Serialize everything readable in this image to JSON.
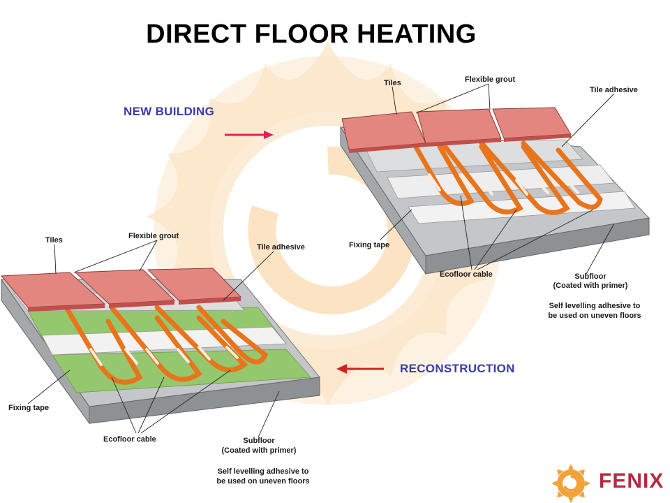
{
  "title": "DIRECT FLOOR HEATING",
  "sections": {
    "new_building": "NEW BUILDING",
    "reconstruction": "RECONSTRUCTION"
  },
  "diagrams": {
    "new_building": {
      "tiles": "Tiles",
      "flexible_grout": "Flexible grout",
      "tile_adhesive": "Tile adhesive",
      "fixing_tape": "Fixing tape",
      "ecofloor_cable": "Ecofloor cable",
      "subfloor_line1": "Subfloor",
      "subfloor_line2": "(Coated with primer)",
      "self_level_line1": "Self levelling adhesive to",
      "self_level_line2": "be used on uneven floors"
    },
    "reconstruction": {
      "tiles": "Tiles",
      "flexible_grout": "Flexible grout",
      "tile_adhesive": "Tile adhesive",
      "fixing_tape": "Fixing tape",
      "ecofloor_cable": "Ecofloor cable",
      "subfloor_line1": "Subfloor",
      "subfloor_line2": "(Coated with primer)",
      "self_level_line1": "Self levelling adhesive to",
      "self_level_line2": "be used on uneven floors"
    }
  },
  "logo": {
    "text": "FENIX"
  },
  "colors": {
    "title": "#000000",
    "section_label": "#3a3aa8",
    "arrow": "#e0205a",
    "arrow_red": "#d42020",
    "tile": "#e07d78",
    "cable": "#f07a1e",
    "subfloor": "#b9bcbf",
    "green_layer": "#8fc46a",
    "watermark": "#fbe4c4",
    "logo": "#b52a3f"
  }
}
